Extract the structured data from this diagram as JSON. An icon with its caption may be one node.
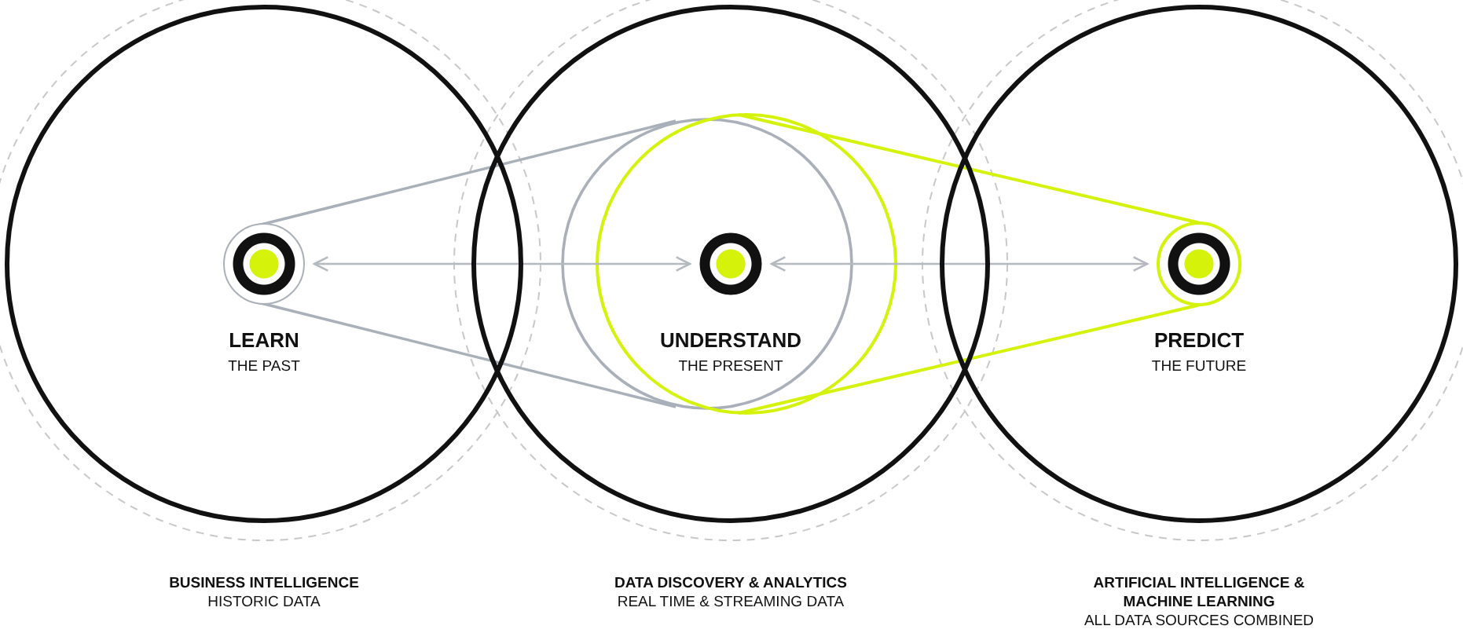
{
  "diagram": {
    "nodes": [
      {
        "text": [
          "LEARN",
          "THE PAST"
        ]
      },
      {
        "text": [],
        "shape": "circle",
        "in": 0
      },
      {
        "text": [
          "UNDERSTAND",
          "THE PRESENT"
        ]
      },
      {
        "text": [],
        "shape": "circle",
        "in": 2
      },
      {
        "text": [
          "PREDICT",
          "THE FUTURE"
        ]
      },
      {
        "text": [],
        "shape": "circle",
        "in": 4
      }
    ],
    "edges": [
      {
        "from": 1,
        "to": 3,
        "arrow": "both"
      },
      {
        "from": 3,
        "to": 5,
        "arrow": "both"
      }
    ],
    "labels": [
      "BUSINESS INTELLIGENCE",
      "HISTORIC DATA",
      "DATA DISCOVERY & ANALYTICS",
      "REAL TIME & STREAMING DATA",
      "ARTIFICIAL INTELLIGENCE & MACHINE LEARNING",
      "ALL DATA SOURCES COMBINED"
    ]
  }
}
